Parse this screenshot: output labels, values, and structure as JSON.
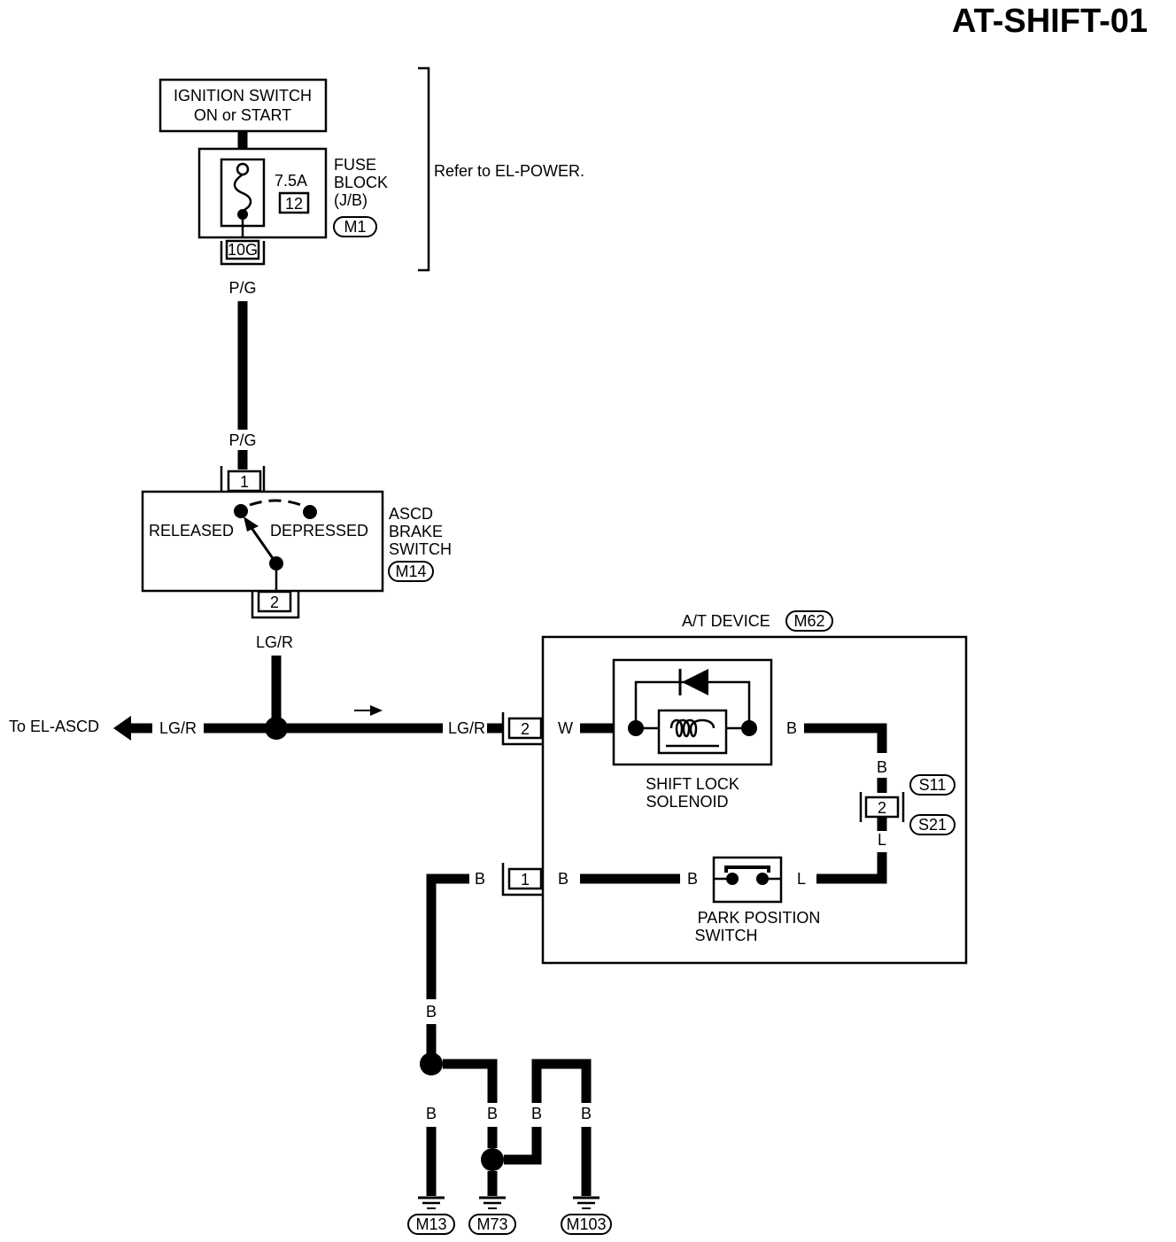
{
  "title": "AT-SHIFT-01",
  "ignition": {
    "line1": "IGNITION SWITCH",
    "line2": "ON or START"
  },
  "fuse": {
    "rating": "7.5A",
    "number": "12",
    "label1": "FUSE",
    "label2": "BLOCK",
    "label3": "(J/B)",
    "connector": "M1",
    "terminal": "10G"
  },
  "refer_note": "Refer to EL-POWER.",
  "wires": {
    "pg_top": "P/G",
    "pg_bottom": "P/G",
    "lgr_below_switch": "LG/R",
    "lgr_left": "LG/R",
    "lgr_right": "LG/R",
    "w": "W",
    "b_sol_right": "B",
    "b_vertical": "B",
    "l_vertical": "L",
    "l_pps": "L",
    "b_pps_left": "B",
    "b_pin1_right": "B",
    "b_pin1_left": "B",
    "b_ground_trunk": "B",
    "b_g1": "B",
    "b_g2": "B",
    "b_g3": "B",
    "b_g4": "B"
  },
  "ascd_switch": {
    "pin_in": "1",
    "pin_out": "2",
    "state_released": "RELEASED",
    "state_depressed": "DEPRESSED",
    "label1": "ASCD",
    "label2": "BRAKE",
    "label3": "SWITCH",
    "connector": "M14"
  },
  "to_ascd": "To EL-ASCD",
  "at_device": {
    "label": "A/T DEVICE",
    "connector": "M62",
    "pin2": "2",
    "pin1": "1"
  },
  "solenoid": {
    "label1": "SHIFT LOCK",
    "label2": "SOLENOID"
  },
  "joint": {
    "pin": "2",
    "connector_top": "S11",
    "connector_bottom": "S21"
  },
  "park_switch": {
    "label1": "PARK POSITION",
    "label2": "SWITCH"
  },
  "grounds": [
    "M13",
    "M73",
    "M103"
  ]
}
